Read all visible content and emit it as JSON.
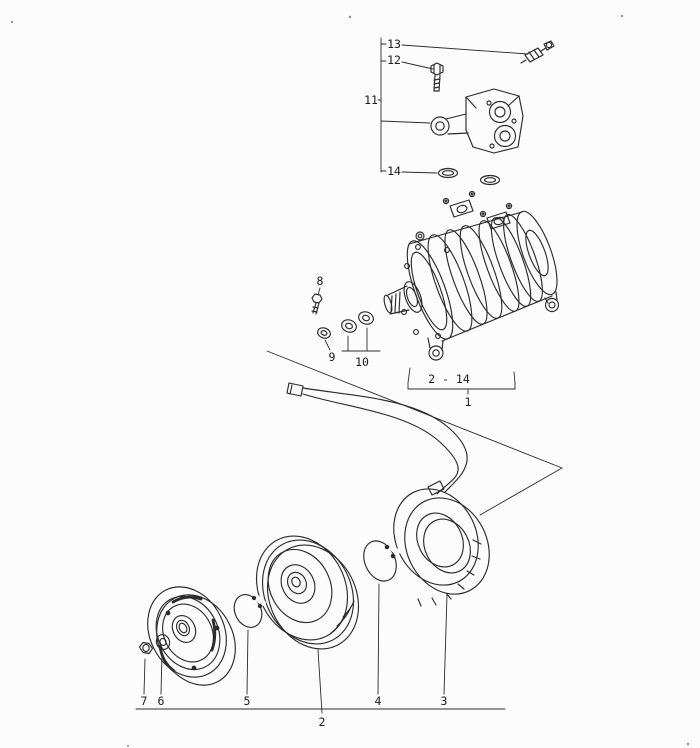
{
  "colors": {
    "ink": "#2b2b2b",
    "label": "#1c1c1c",
    "paper": "#fcfcfc"
  },
  "labels": {
    "n1": "1",
    "n2": "2",
    "n3": "3",
    "n4": "4",
    "n5": "5",
    "n6": "6",
    "n7": "7",
    "n8": "8",
    "n9": "9",
    "n10": "10",
    "n11": "11",
    "n12": "12",
    "n13": "13",
    "n14": "14",
    "range_2_14": "2 - 14"
  }
}
